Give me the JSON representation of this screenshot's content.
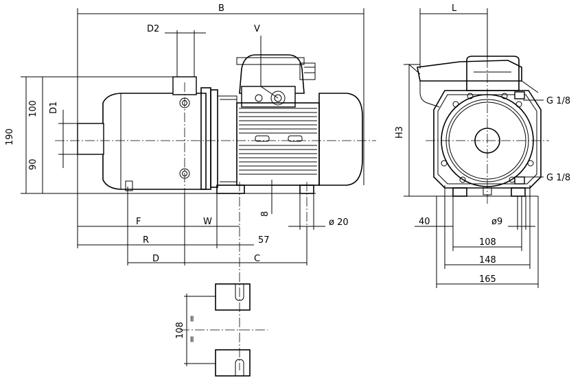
{
  "drawing": {
    "labels": {
      "B": "B",
      "D2": "D2",
      "V": "V",
      "L": "L",
      "d100": "100",
      "d190": "190",
      "D1": "D1",
      "d90": "90",
      "H3": "H3",
      "G18_top": "G 1/8",
      "G18_bottom": "G 1/8",
      "d8": "8",
      "phi20": "ø 20",
      "F": "F",
      "W": "W",
      "R": "R",
      "d57": "57",
      "D": "D",
      "C": "C",
      "d40": "40",
      "phi9": "ø9",
      "d108_side": "108",
      "d148": "148",
      "d165": "165",
      "d108_base": "108",
      "eq_top": "=",
      "eq_bottom": "="
    }
  }
}
